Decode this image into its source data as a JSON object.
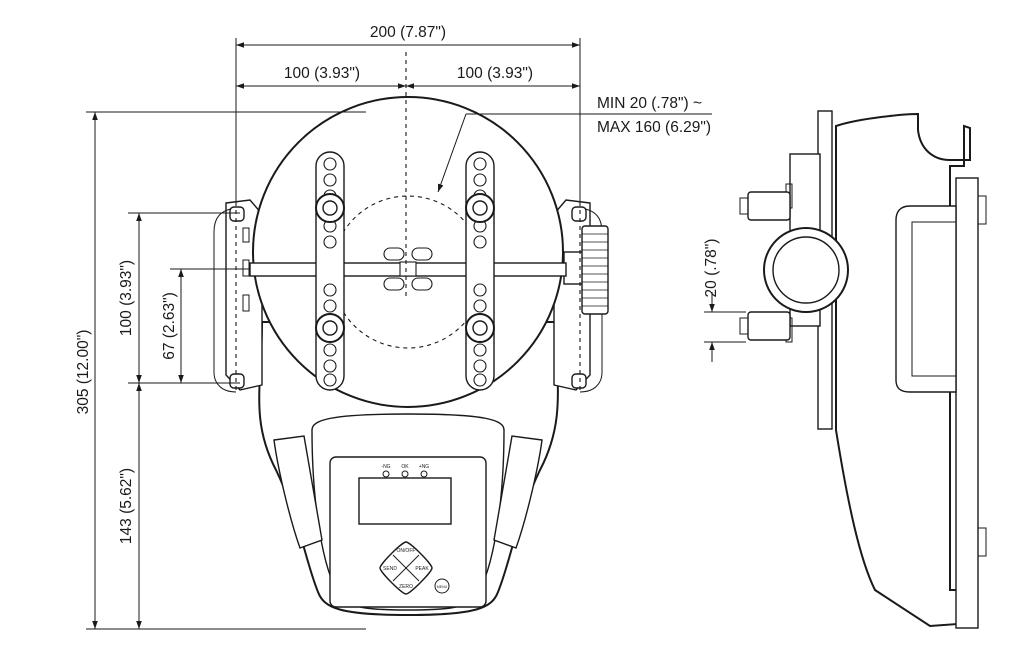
{
  "dimensions": {
    "overall_width": "200 (7.87\")",
    "half_width_left": "100 (3.93\")",
    "half_width_right": "100 (3.93\")",
    "range_min": "MIN 20 (.78\") ~",
    "range_max": "MAX 160 (6.29\")",
    "overall_height": "305 (12.00\")",
    "bracket_height": "100 (3.93\")",
    "center_height": "67 (2.63\")",
    "lower_height": "143 (5.62\")",
    "side_gap": "20 (.78\")"
  },
  "panel": {
    "indicator_left": "-NG",
    "indicator_mid": "OK",
    "indicator_right": "+NG",
    "btn_top": "ON/OFF",
    "btn_left": "SEND",
    "btn_right": "PEAK",
    "btn_bottom": "ZERO",
    "btn_menu": "MENU"
  }
}
